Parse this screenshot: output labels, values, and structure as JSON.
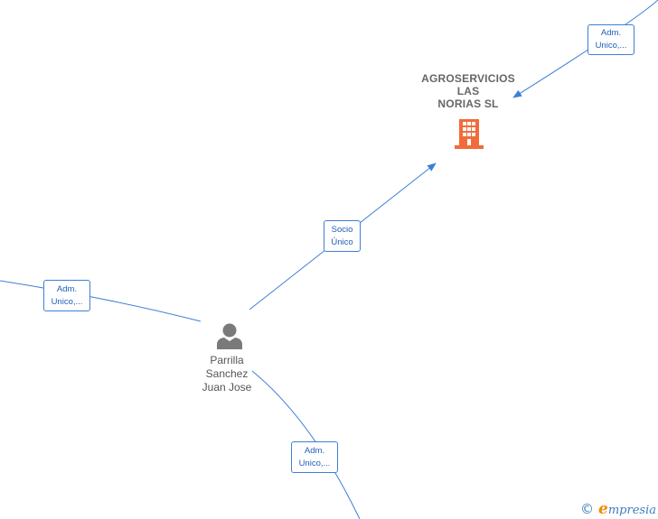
{
  "company": {
    "name_lines": [
      "AGROSERVICIOS",
      "LAS",
      "NORIAS  SL"
    ],
    "icon": "building-icon",
    "icon_color": "#f26b3a"
  },
  "person": {
    "name_lines": [
      "Parrilla",
      "Sanchez",
      "Juan Jose"
    ],
    "icon": "person-icon",
    "icon_color": "#7a7a7a"
  },
  "edges": [
    {
      "id": "top-right",
      "label_lines": [
        "Adm.",
        "Unico,..."
      ]
    },
    {
      "id": "socio",
      "label_lines": [
        "Socio",
        "Único"
      ]
    },
    {
      "id": "left",
      "label_lines": [
        "Adm.",
        "Unico,..."
      ]
    },
    {
      "id": "bottom",
      "label_lines": [
        "Adm.",
        "Unico,..."
      ]
    }
  ],
  "edge_color": "#3d7fd6",
  "footer": {
    "copyright": "©",
    "brand_initial": "e",
    "brand_rest": "mpresia"
  }
}
